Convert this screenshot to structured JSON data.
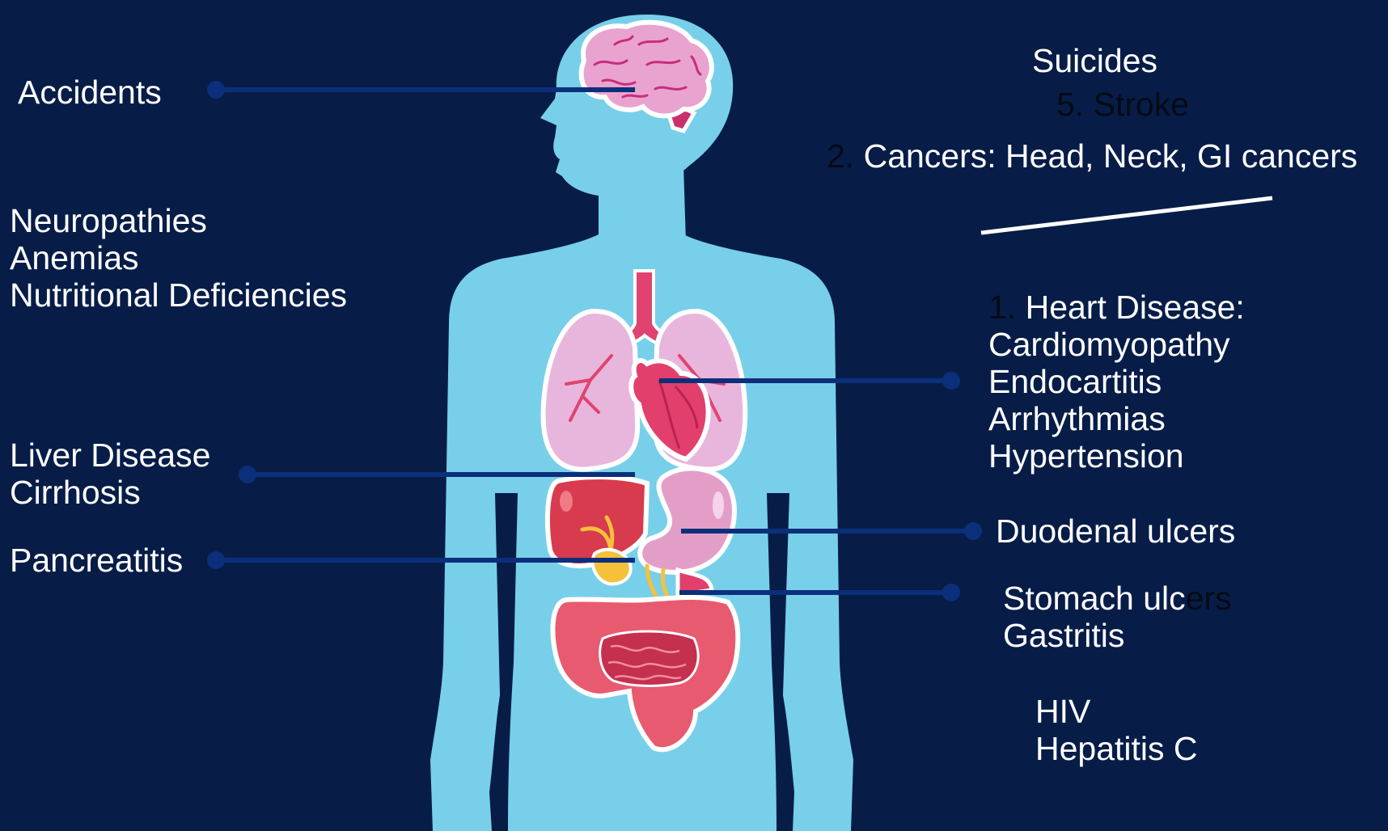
{
  "colors": {
    "background": "#071d48",
    "body": "#78cfea",
    "pointer_line": "#0b2f7a",
    "text": "#ffffff",
    "dark_text": "#050a14",
    "brain": "#e9a3cf",
    "brain_line": "#c92c7c",
    "lungs": "#e8b6dc",
    "heart": "#e33f6c",
    "liver": "#d83a4e",
    "stomach": "#e39ec8",
    "intestine": "#e85a6f",
    "pancreas": "#f5c13b"
  },
  "labels": {
    "accidents": "Accidents",
    "neuro": [
      "Neuropathies",
      "Anemias",
      "Nutritional Deficiencies"
    ],
    "liver": [
      "Liver Disease",
      "Cirrhosis"
    ],
    "pancreatitis": "Pancreatitis",
    "suicides": "Suicides",
    "stroke": {
      "number": "5.",
      "text": " Stroke"
    },
    "cancers": {
      "number": "2.",
      "text": " Cancers: Head, Neck, GI cancers"
    },
    "heart": {
      "number": "1.",
      "heading": " Heart Disease:",
      "items": [
        "Cardiomyopathy",
        "Endocartitis",
        "Arrhythmias",
        "Hypertension"
      ]
    },
    "duodenal": "Duodenal ulcers",
    "stomach": {
      "prefix": "Stomach ulc",
      "suffix": "ers",
      "second": "Gastritis"
    },
    "infections": [
      "HIV",
      "Hepatitis C"
    ]
  }
}
